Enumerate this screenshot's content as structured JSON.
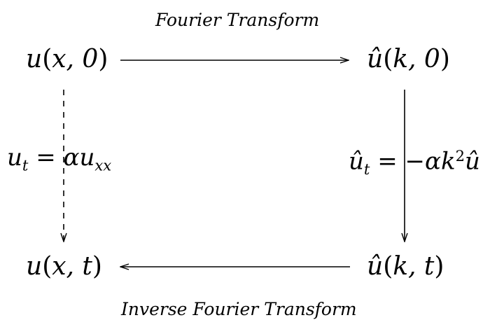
{
  "top_label": "Fourier Transform",
  "bottom_label": "Inverse Fourier Transform",
  "nodes": {
    "top_left": {
      "fn": "u",
      "args": "x, 0"
    },
    "top_right": {
      "fn": "û",
      "args": "k, 0"
    },
    "bottom_left": {
      "fn": "u",
      "args": "x, t"
    },
    "bottom_right": {
      "fn": "û",
      "args": "k, t"
    }
  },
  "left_equation": {
    "lhs_var": "u",
    "lhs_sub": "t",
    "equals": "=",
    "rhs_coef": "α",
    "rhs_var": "u",
    "rhs_sub": "xx"
  },
  "right_equation": {
    "lhs_var": "û",
    "lhs_sub": "t",
    "equals": "=",
    "rhs_prefix": "−αk",
    "rhs_exp": "2",
    "rhs_var": "û"
  },
  "stroke_color": "#000000"
}
